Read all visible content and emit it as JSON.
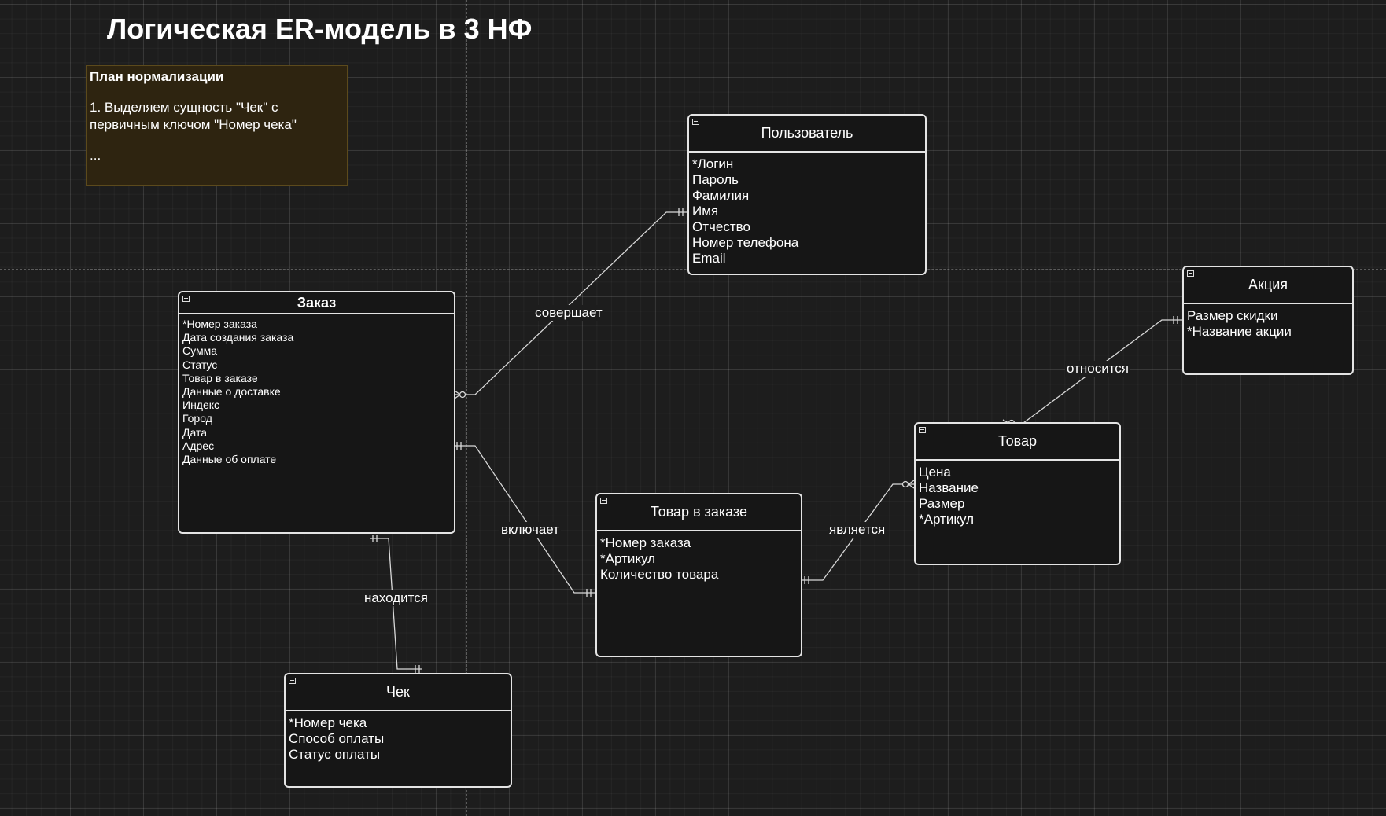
{
  "title": "Логическая ER-модель в 3 НФ",
  "note": {
    "heading": "План нормализации",
    "line1": "1. Выделяем сущность \"Чек\" с",
    "line2": "первичным ключом \"Номер чека\"",
    "line3": "..."
  },
  "entities": {
    "user": {
      "title": "Пользователь",
      "attributes": [
        "*Логин",
        "Пароль",
        "Фамилия",
        "Имя",
        "Отчество",
        "Номер телефона",
        "Email"
      ]
    },
    "order": {
      "title": "Заказ",
      "attributes": [
        "*Номер заказа",
        "Дата создания заказа",
        "Сумма",
        "Статус",
        "Товар в заказе",
        "Данные о доставке",
        "Индекс",
        "Город",
        "Дата",
        "Адрес",
        "Данные об оплате"
      ]
    },
    "promo": {
      "title": "Акция",
      "attributes": [
        "Размер скидки",
        "*Название акции"
      ]
    },
    "product": {
      "title": "Товар",
      "attributes": [
        "Цена",
        "Название",
        "Размер",
        "*Артикул"
      ]
    },
    "order_item": {
      "title": "Товар в заказе",
      "attributes": [
        "*Номер заказа",
        "*Артикул",
        "Количество товара"
      ]
    },
    "receipt": {
      "title": "Чек",
      "attributes": [
        "*Номер чека",
        "Способ оплаты",
        "Статус оплаты"
      ]
    }
  },
  "relationships": {
    "makes": "совершает",
    "includes": "включает",
    "located": "находится",
    "is": "является",
    "belongs": "относится"
  },
  "icons": [
    "collapse-icon"
  ]
}
